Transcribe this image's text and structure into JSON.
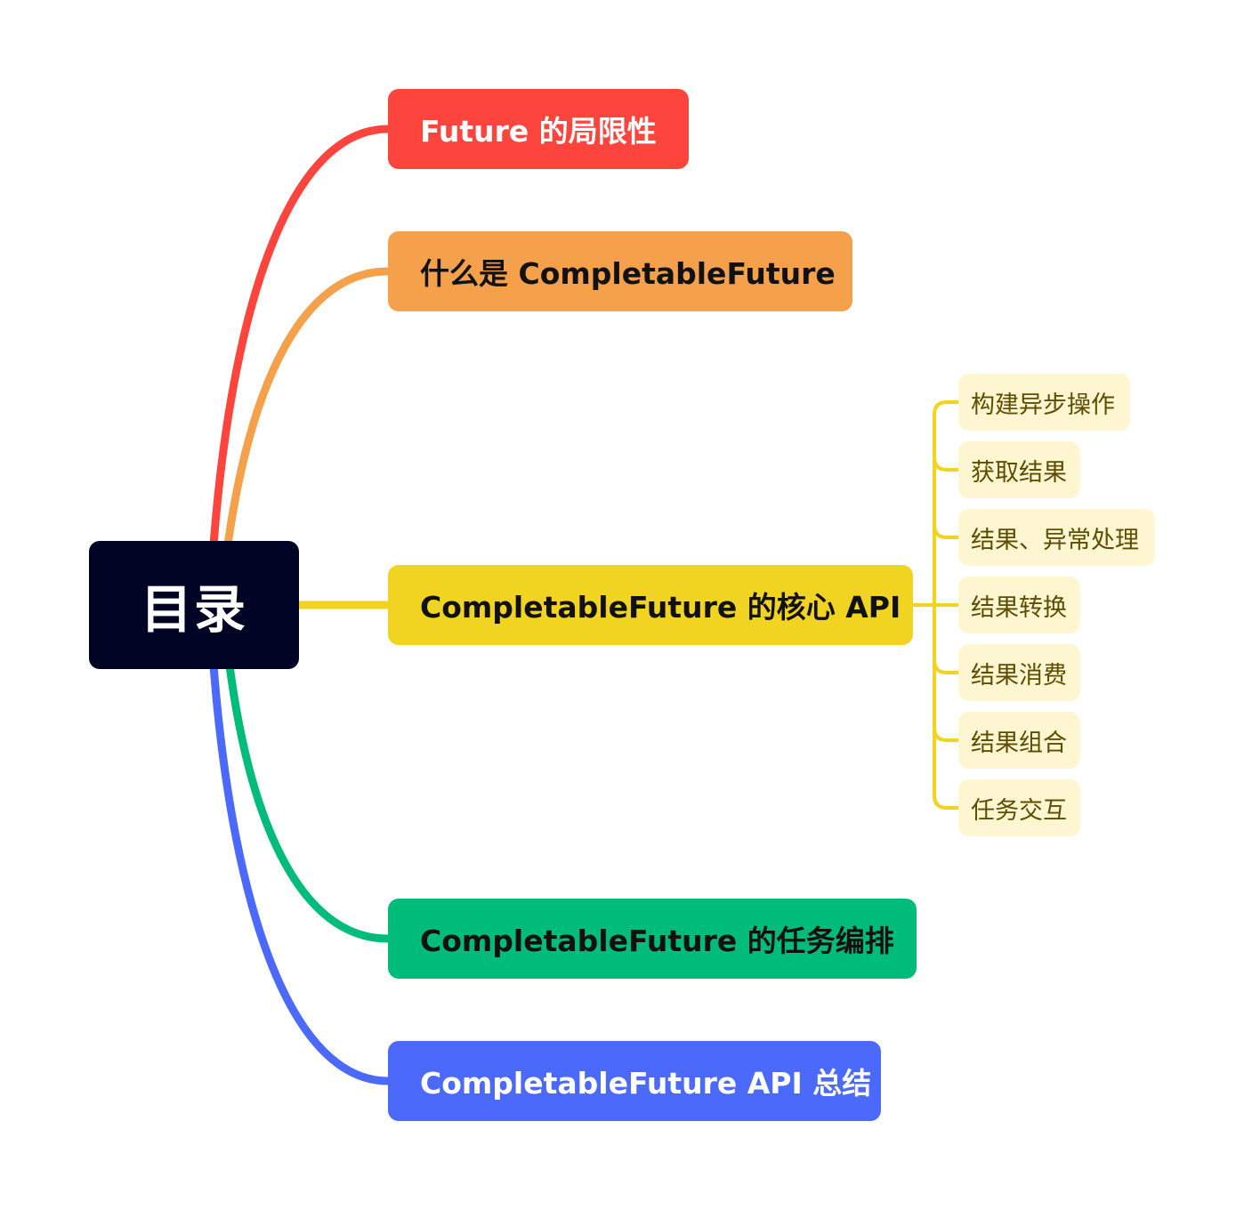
{
  "root": {
    "label": "目录"
  },
  "branches": [
    {
      "label": "Future 的局限性",
      "color": "#fd453e"
    },
    {
      "label": "什么是 CompletableFuture",
      "color": "#f5a04a"
    },
    {
      "label": "CompletableFuture 的核心 API",
      "color": "#f1d421"
    },
    {
      "label": "CompletableFuture 的任务编排",
      "color": "#00bc7b"
    },
    {
      "label": "CompletableFuture API 总结",
      "color": "#4b69fa"
    }
  ],
  "core_api_children": [
    {
      "label": "构建异步操作"
    },
    {
      "label": "获取结果"
    },
    {
      "label": "结果、异常处理"
    },
    {
      "label": "结果转换"
    },
    {
      "label": "结果消费"
    },
    {
      "label": "结果组合"
    },
    {
      "label": "任务交互"
    }
  ],
  "colors": {
    "root_background": "#020426",
    "sub_background": "#fdf6d0",
    "sub_text": "#5e4d00"
  }
}
